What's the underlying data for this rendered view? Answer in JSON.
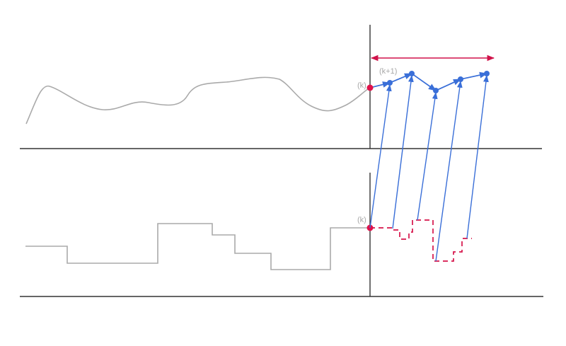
{
  "labels": {
    "current_top": "(k)",
    "next_top": "(k+1)",
    "current_bottom": "(k)"
  },
  "colors": {
    "past_signal": "#aaaaaa",
    "axis": "#333333",
    "current_point": "#e0114a",
    "prediction": "#3a6fd8",
    "horizon_arrow": "#d0124a",
    "future_input": "#d6134a"
  }
}
